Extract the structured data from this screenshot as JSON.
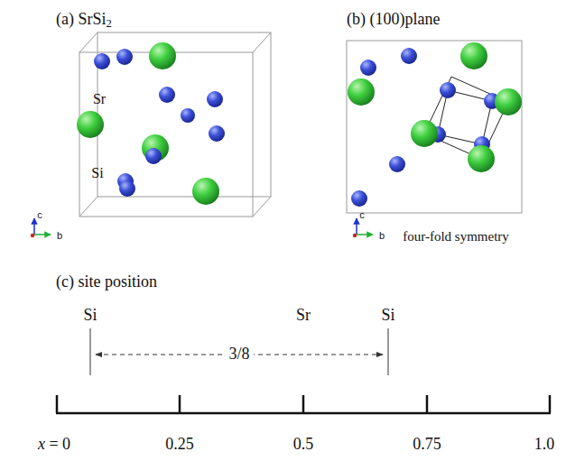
{
  "diagram": {
    "labels": [
      "(a) SrSi2",
      "(b) (100)plane",
      "Sr",
      "Si",
      "c",
      "b",
      "c",
      "b",
      "four-fold symmetry",
      "(c) site position",
      "Si",
      "Sr",
      "Si",
      "3/8",
      "x = 0",
      "0.25",
      "0.5",
      "0.75",
      "1.0"
    ]
  }
}
